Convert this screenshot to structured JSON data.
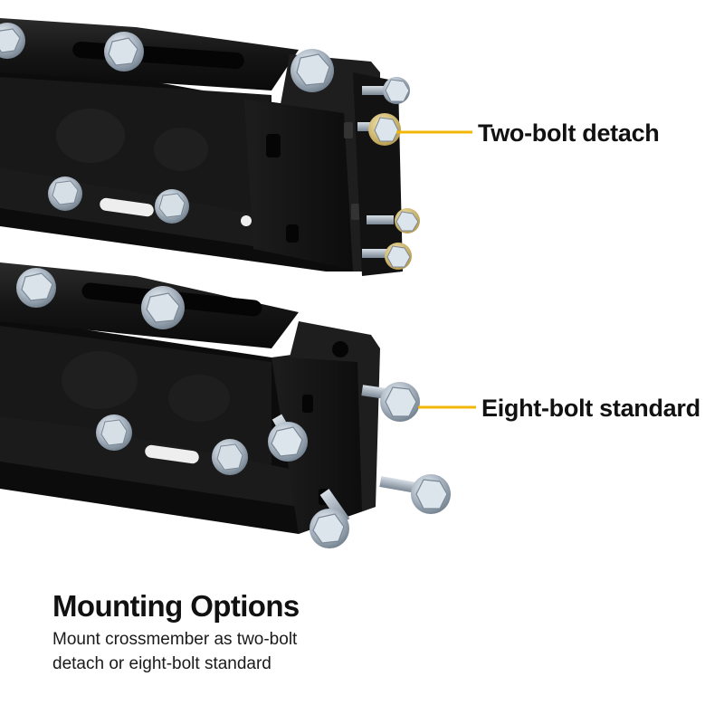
{
  "callouts": {
    "top_label": "Two-bolt detach",
    "bottom_label": "Eight-bolt standard",
    "line_color": "#f2b705"
  },
  "caption": {
    "title": "Mounting Options",
    "body": "Mount crossmember as two-bolt detach or eight-bolt standard"
  },
  "colors": {
    "background": "#ffffff",
    "bracket_steel": "#141414",
    "bolt_zinc": "#b9c4cf",
    "text": "#111111"
  },
  "photo": {
    "subject": "two black steel crossmember mounting brackets with zinc-plated bolts",
    "icon_names": [
      "bracket-top-photo",
      "bracket-bottom-photo",
      "bolt-icon",
      "washer-icon"
    ]
  }
}
